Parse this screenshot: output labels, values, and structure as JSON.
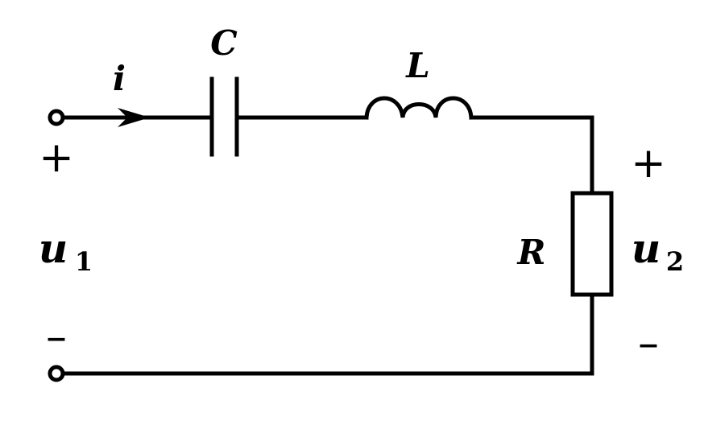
{
  "components": {
    "capacitor": {
      "label": "C"
    },
    "inductor": {
      "label": "L"
    },
    "resistor": {
      "label": "R"
    }
  },
  "current": {
    "symbol": "i"
  },
  "input_port": {
    "symbol": "u",
    "subscript": "1",
    "plus": "+",
    "minus": "–"
  },
  "output_port": {
    "symbol": "u",
    "subscript": "2",
    "plus": "+",
    "minus": "–"
  },
  "colors": {
    "stroke": "#000000",
    "background": "#ffffff"
  }
}
